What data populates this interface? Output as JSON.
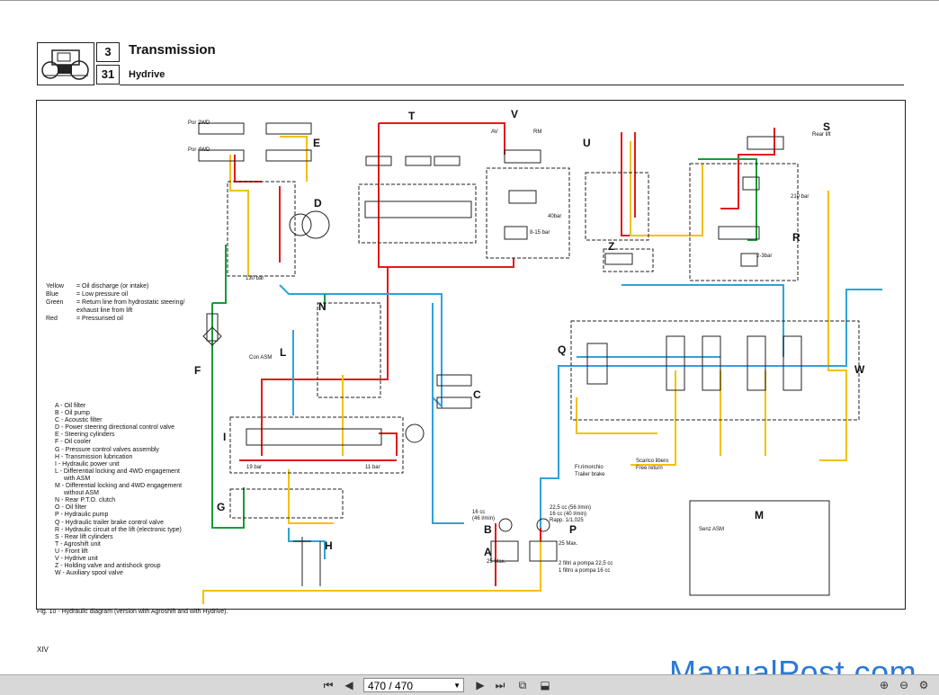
{
  "header": {
    "section_number": "3",
    "sub_number": "31",
    "title": "Transmission",
    "subtitle": "Hydrive"
  },
  "diagram_labels": {
    "T": "T",
    "V": "V",
    "E": "E",
    "D": "D",
    "U": "U",
    "S": "S",
    "R": "R",
    "Z": "Z",
    "N": "N",
    "L": "L",
    "F": "F",
    "I": "I",
    "Q": "Q",
    "W": "W",
    "C": "C",
    "G": "G",
    "H": "H",
    "B": "B",
    "P": "P",
    "A": "A",
    "M": "M"
  },
  "small_text": {
    "por_2wd": "Por 2WD",
    "por_4wd": "Por 4WD",
    "av": "AV",
    "rm": "RM",
    "bar_210": "210 bar",
    "bar_2_3": "2-3bar",
    "bar_130": "130 bar",
    "bar_8_15": "8-15 bar",
    "bar_40": "40bar",
    "con_asm": "Con ASM",
    "senz_asm": "Senz ASM",
    "bar_19": "19 bar",
    "rear_lift": "Rear lift",
    "bar_11": "11 bar",
    "x_25": "25 Max.",
    "x_25b": "25 Max.",
    "fr_rimorchio": "Fr.rimorchio",
    "trailer_brake": "Trailer brake",
    "scarico_libero": "Scarico libero",
    "free_return": "Free return",
    "cc_16": "16 cc",
    "l_min_16": "(46 l/min)",
    "cc_22": "22,5 cc (56 l/min)",
    "cc_16b": "16 cc (40 l/min)",
    "rapp": "Rapp. 1/1,025",
    "filt_1": "2 filtri a pompa 22,5 cc",
    "filt_2": "1 filtro a pompa 16 cc"
  },
  "legend_colors": [
    {
      "key": "Yellow",
      "value": "= Oil discharge (or intake)"
    },
    {
      "key": "Blue",
      "value": "= Low pressure oil"
    },
    {
      "key": "Green",
      "value": "= Return line from hydrostatic steering/"
    },
    {
      "key": "",
      "value": "exhaust line from lift"
    },
    {
      "key": "Red",
      "value": "= Pressurised oil"
    }
  ],
  "legend_items": [
    "A - Oil filter",
    "B - Oil pump",
    "C - Acoustic filter",
    "D - Power steering directional control valve",
    "E - Steering cylinders",
    "F - Oil cooler",
    "G - Pressure control valves assembly",
    "H - Transmission lubrication",
    "I - Hydraulic power unit",
    "L - Differential locking and 4WD engagement",
    "with ASM",
    "M - Differential locking and 4WD engagement",
    "without ASM",
    "N - Rear P.T.O. clutch",
    "O - Oil filter",
    "P - Hydraulic pump",
    "Q - Hydraulic trailer brake control valve",
    "R - Hydraulic circuit of the lift (electronic type)",
    "S - Rear lift cylinders",
    "T - Agroshift unit",
    "U - Front lift",
    "V - Hydrive unit",
    "Z - Holding valve and antishock group",
    "W - Auxiliary spool valve"
  ],
  "caption": "Fig. 10 - Hydraulic diagram (version with Agroshift and with Hydrive).",
  "page_label": "XIV",
  "toolbar": {
    "page_value": "470 / 470"
  },
  "watermark": "ManualPost.com",
  "colors": {
    "red": "#e21b1b",
    "yellow": "#f2c200",
    "blue": "#2ea3d8",
    "green": "#1a9a3a",
    "line": "#222222"
  }
}
